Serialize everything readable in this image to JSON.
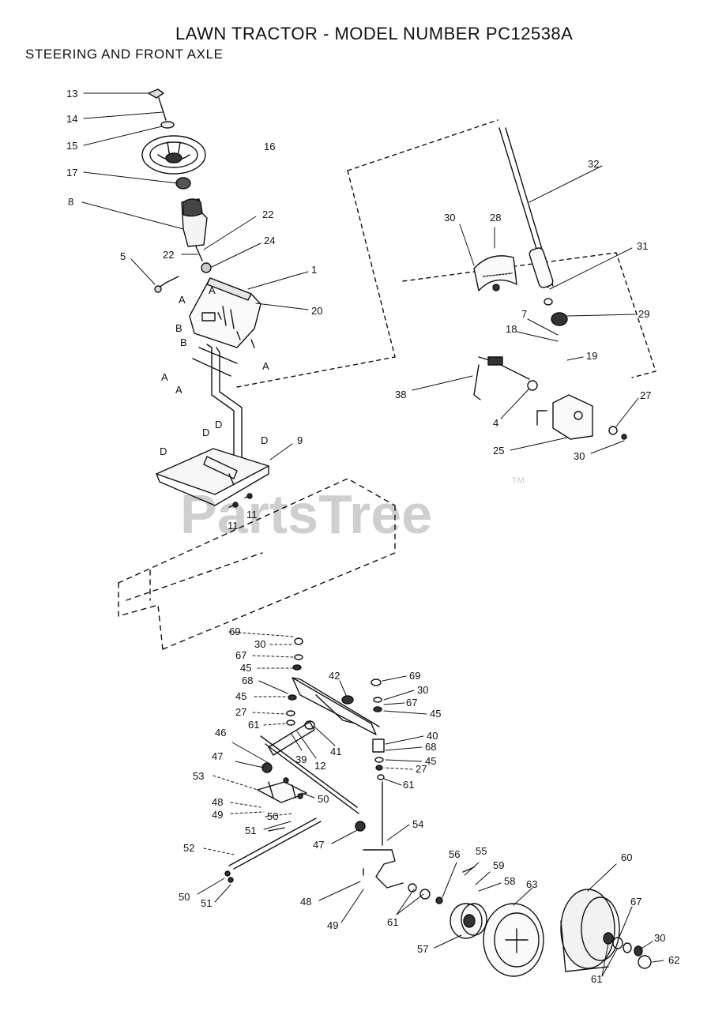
{
  "header": {
    "title": "LAWN TRACTOR - MODEL NUMBER  PC12538A",
    "subtitle": "STEERING AND FRONT AXLE"
  },
  "watermark": {
    "text": "PartsTree",
    "mark": "TM"
  },
  "callouts": [
    {
      "id": "c-13",
      "text": "13"
    },
    {
      "id": "c-14",
      "text": "14"
    },
    {
      "id": "c-15",
      "text": "15"
    },
    {
      "id": "c-16",
      "text": "16"
    },
    {
      "id": "c-17",
      "text": "17"
    },
    {
      "id": "c-8",
      "text": "8"
    },
    {
      "id": "c-22a",
      "text": "22"
    },
    {
      "id": "c-22b",
      "text": "22"
    },
    {
      "id": "c-24",
      "text": "24"
    },
    {
      "id": "c-5",
      "text": "5"
    },
    {
      "id": "c-1",
      "text": "1"
    },
    {
      "id": "c-20",
      "text": "20"
    },
    {
      "id": "c-A1",
      "text": "A"
    },
    {
      "id": "c-A2",
      "text": "A"
    },
    {
      "id": "c-A3",
      "text": "A"
    },
    {
      "id": "c-A4",
      "text": "A"
    },
    {
      "id": "c-A5",
      "text": "A"
    },
    {
      "id": "c-B1",
      "text": "B"
    },
    {
      "id": "c-B2",
      "text": "B"
    },
    {
      "id": "c-D1",
      "text": "D"
    },
    {
      "id": "c-D2",
      "text": "D"
    },
    {
      "id": "c-D3",
      "text": "D"
    },
    {
      "id": "c-D4",
      "text": "D"
    },
    {
      "id": "c-9",
      "text": "9"
    },
    {
      "id": "c-11a",
      "text": "11"
    },
    {
      "id": "c-11b",
      "text": "11"
    },
    {
      "id": "c-32",
      "text": "32"
    },
    {
      "id": "c-30a",
      "text": "30"
    },
    {
      "id": "c-28",
      "text": "28"
    },
    {
      "id": "c-31",
      "text": "31"
    },
    {
      "id": "c-29",
      "text": "29"
    },
    {
      "id": "c-7",
      "text": "7"
    },
    {
      "id": "c-18",
      "text": "18"
    },
    {
      "id": "c-19",
      "text": "19"
    },
    {
      "id": "c-38",
      "text": "38"
    },
    {
      "id": "c-4",
      "text": "4"
    },
    {
      "id": "c-27a",
      "text": "27"
    },
    {
      "id": "c-25",
      "text": "25"
    },
    {
      "id": "c-30b",
      "text": "30"
    },
    {
      "id": "c-69a",
      "text": "69"
    },
    {
      "id": "c-30c",
      "text": "30"
    },
    {
      "id": "c-67a",
      "text": "67"
    },
    {
      "id": "c-45a",
      "text": "45"
    },
    {
      "id": "c-68a",
      "text": "68"
    },
    {
      "id": "c-45b",
      "text": "45"
    },
    {
      "id": "c-27b",
      "text": "27"
    },
    {
      "id": "c-61a",
      "text": "61"
    },
    {
      "id": "c-42",
      "text": "42"
    },
    {
      "id": "c-69b",
      "text": "69"
    },
    {
      "id": "c-30d",
      "text": "30"
    },
    {
      "id": "c-67b",
      "text": "67"
    },
    {
      "id": "c-45c",
      "text": "45"
    },
    {
      "id": "c-40",
      "text": "40"
    },
    {
      "id": "c-68b",
      "text": "68"
    },
    {
      "id": "c-45d",
      "text": "45"
    },
    {
      "id": "c-27c",
      "text": "27"
    },
    {
      "id": "c-61b",
      "text": "61"
    },
    {
      "id": "c-46",
      "text": "46"
    },
    {
      "id": "c-39",
      "text": "39"
    },
    {
      "id": "c-41",
      "text": "41"
    },
    {
      "id": "c-12",
      "text": "12"
    },
    {
      "id": "c-47a",
      "text": "47"
    },
    {
      "id": "c-53",
      "text": "53"
    },
    {
      "id": "c-50a",
      "text": "50"
    },
    {
      "id": "c-48a",
      "text": "48"
    },
    {
      "id": "c-49a",
      "text": "49"
    },
    {
      "id": "c-50b",
      "text": "50"
    },
    {
      "id": "c-51a",
      "text": "51"
    },
    {
      "id": "c-47b",
      "text": "47"
    },
    {
      "id": "c-54",
      "text": "54"
    },
    {
      "id": "c-52",
      "text": "52"
    },
    {
      "id": "c-50c",
      "text": "50"
    },
    {
      "id": "c-51b",
      "text": "51"
    },
    {
      "id": "c-48b",
      "text": "48"
    },
    {
      "id": "c-49b",
      "text": "49"
    },
    {
      "id": "c-56",
      "text": "56"
    },
    {
      "id": "c-55",
      "text": "55"
    },
    {
      "id": "c-59",
      "text": "59"
    },
    {
      "id": "c-58",
      "text": "58"
    },
    {
      "id": "c-61c",
      "text": "61"
    },
    {
      "id": "c-57",
      "text": "57"
    },
    {
      "id": "c-63",
      "text": "63"
    },
    {
      "id": "c-60",
      "text": "60"
    },
    {
      "id": "c-67c",
      "text": "67"
    },
    {
      "id": "c-30e",
      "text": "30"
    },
    {
      "id": "c-62",
      "text": "62"
    },
    {
      "id": "c-61d",
      "text": "61"
    }
  ]
}
